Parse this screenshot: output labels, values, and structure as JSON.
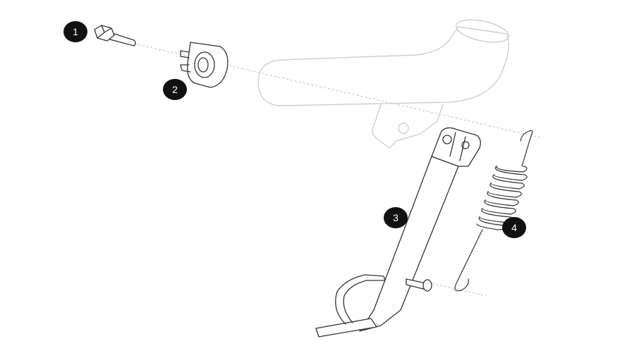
{
  "diagram": {
    "callouts": [
      {
        "label": "1",
        "part": "bolt"
      },
      {
        "label": "2",
        "part": "bracket-washer"
      },
      {
        "label": "3",
        "part": "kickstand"
      },
      {
        "label": "4",
        "part": "return-spring"
      }
    ],
    "colors": {
      "line": "#333333",
      "ghost": "#cfcfcf",
      "guide": "#bdbdbd",
      "callout": "#111111",
      "callout_text": "#ffffff"
    }
  }
}
